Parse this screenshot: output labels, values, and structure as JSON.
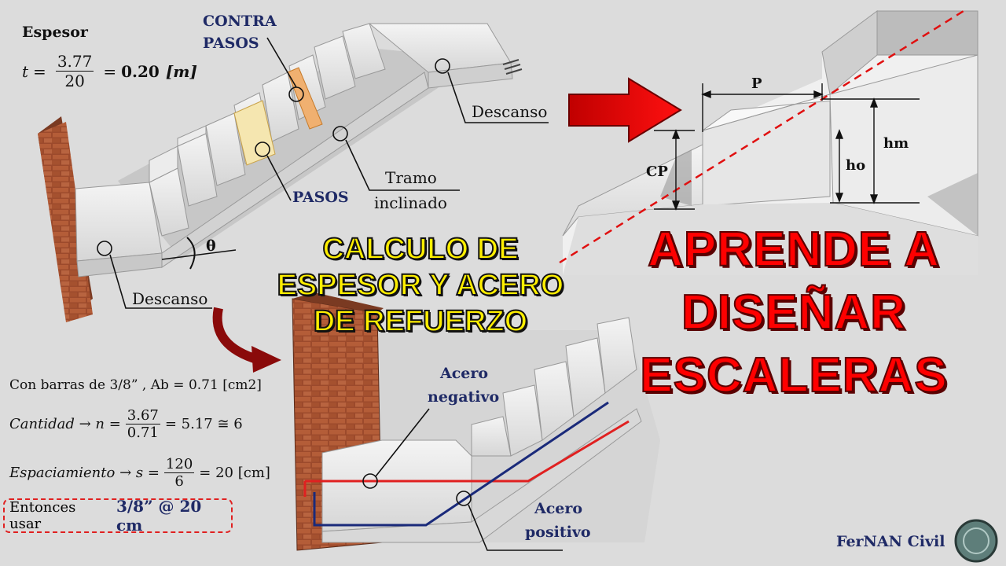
{
  "thickness": {
    "heading": "Espesor",
    "var": "t",
    "num": "3.77",
    "den": "20",
    "result": "0.20",
    "unit": "[m]"
  },
  "labels": {
    "contra_pasos_1": "CONTRA",
    "contra_pasos_2": "PASOS",
    "pasos": "PASOS",
    "descanso_top": "Descanso",
    "descanso_bottom": "Descanso",
    "tramo_1": "Tramo",
    "tramo_2": "inclinado",
    "theta": "θ",
    "p": "P",
    "cp": "CP",
    "ho": "ho",
    "hm": "hm",
    "acero_neg_1": "Acero",
    "acero_neg_2": "negativo",
    "acero_pos_1": "Acero",
    "acero_pos_2": "positivo"
  },
  "title_yellow": [
    "CALCULO DE",
    "ESPESOR Y ACERO",
    "DE REFUERZO"
  ],
  "title_red": [
    "APRENDE A",
    "DISEÑAR",
    "ESCALERAS"
  ],
  "calc": {
    "bars": "Con barras de 3/8” , Ab = 0.71 [cm2]",
    "cantidad_label": "Cantidad → n =",
    "cantidad_num": "3.67",
    "cantidad_den": "0.71",
    "cantidad_res": "= 5.17 ≅ 6",
    "esp_label": "Espaciamiento → s =",
    "esp_num": "120",
    "esp_den": "6",
    "esp_res": "= 20 [cm]",
    "usar_prefix": "Entonces usar",
    "usar_value": "3/8” @ 20 cm"
  },
  "brand": "FerNAN Civil",
  "colors": {
    "navy": "#1f2a66",
    "red_title": "#ff0000",
    "yellow_title": "#ffef00",
    "rebar_negative": "#e02020",
    "rebar_positive": "#1a2a7a",
    "pasos_fill": "#f5e6b0",
    "contrapasos_fill": "#f0b070",
    "brick": "#a0522d"
  }
}
